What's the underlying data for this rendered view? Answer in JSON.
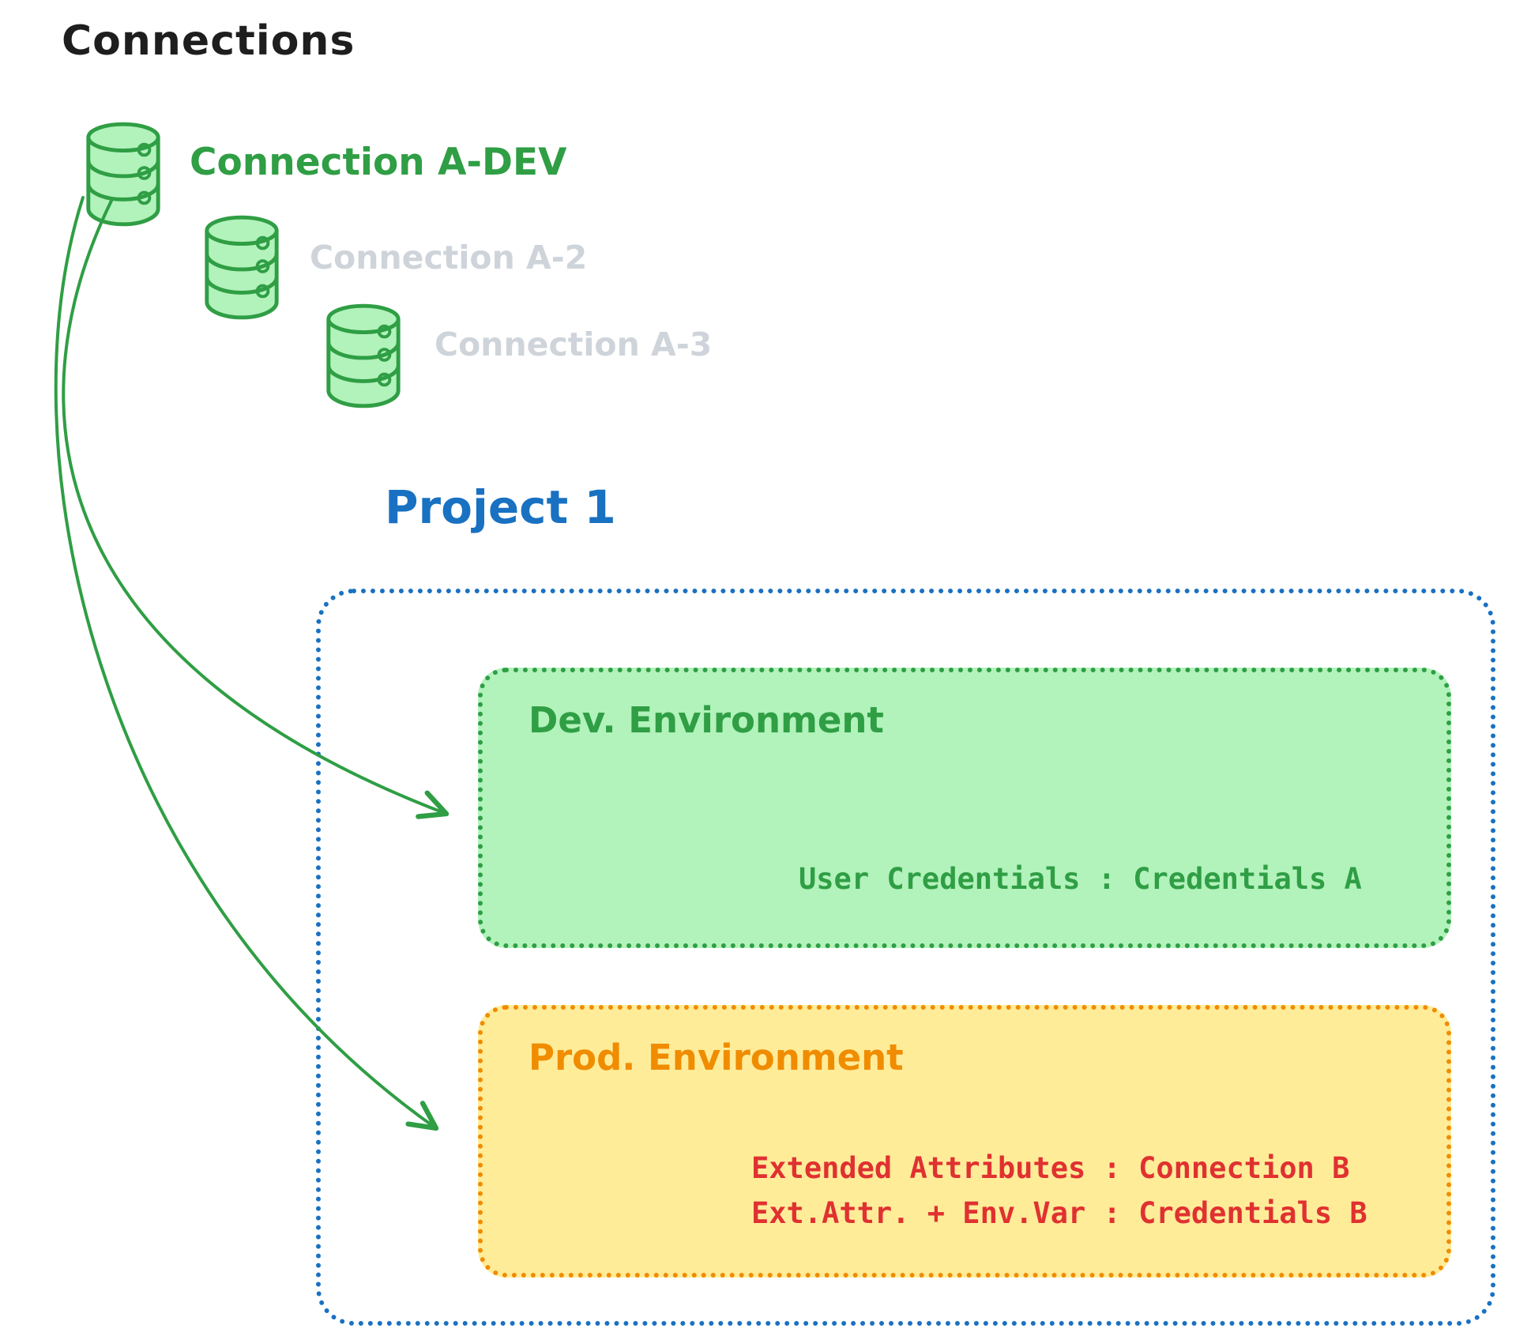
{
  "title": "Connections",
  "connections": [
    {
      "label": "Connection A-DEV",
      "state": "active"
    },
    {
      "label": "Connection A-2",
      "state": "muted"
    },
    {
      "label": "Connection A-3",
      "state": "muted"
    }
  ],
  "project": {
    "title": "Project 1",
    "dev_environment": {
      "title": "Dev. Environment",
      "credentials_line": "User Credentials : Credentials A"
    },
    "prod_environment": {
      "title": "Prod. Environment",
      "attributes_line": "Extended Attributes : Connection B",
      "env_var_line": "Ext.Attr. + Env.Var : Credentials B"
    }
  },
  "colors": {
    "heading_text": "#1e1e1e",
    "green": "#2f9e44",
    "green_fill": "#b2f2bb",
    "muted_gray": "#ced4da",
    "blue": "#1971c2",
    "orange": "#f08c00",
    "yellow_fill": "#ffec99",
    "red": "#e03131"
  }
}
